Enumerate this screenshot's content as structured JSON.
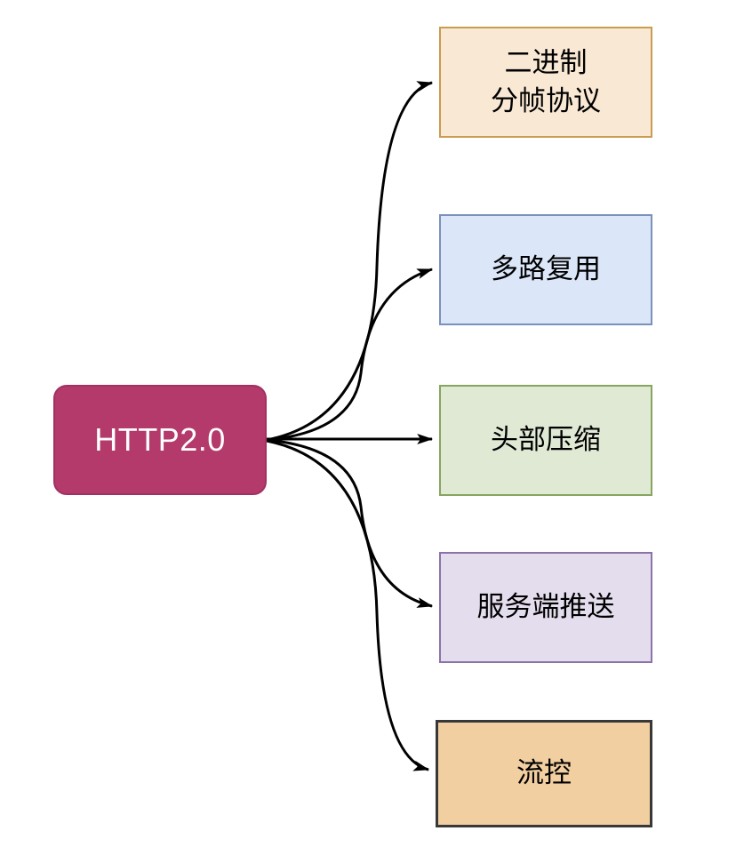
{
  "diagram": {
    "root": {
      "label": "HTTP2.0",
      "fill": "#b33a6b",
      "border": "#a33062",
      "text_color": "#ffffff"
    },
    "nodes": [
      {
        "id": "binary-framing",
        "label": "二进制\n分帧协议",
        "fill": "#f9e8d3",
        "border": "#c99c4f"
      },
      {
        "id": "multiplexing",
        "label": "多路复用",
        "fill": "#dbe7f8",
        "border": "#7b90bb"
      },
      {
        "id": "header-compression",
        "label": "头部压缩",
        "fill": "#dfe9d4",
        "border": "#86a55f"
      },
      {
        "id": "server-push",
        "label": "服务端推送",
        "fill": "#e4dded",
        "border": "#8b73a9"
      },
      {
        "id": "flow-control",
        "label": "流控",
        "fill": "#f2cfa1",
        "border": "#383838"
      }
    ],
    "edges": [
      {
        "from": "HTTP2.0",
        "to": "二进制 分帧协议"
      },
      {
        "from": "HTTP2.0",
        "to": "多路复用"
      },
      {
        "from": "HTTP2.0",
        "to": "头部压缩"
      },
      {
        "from": "HTTP2.0",
        "to": "服务端推送"
      },
      {
        "from": "HTTP2.0",
        "to": "流控"
      }
    ],
    "arrow_color": "#000000"
  }
}
